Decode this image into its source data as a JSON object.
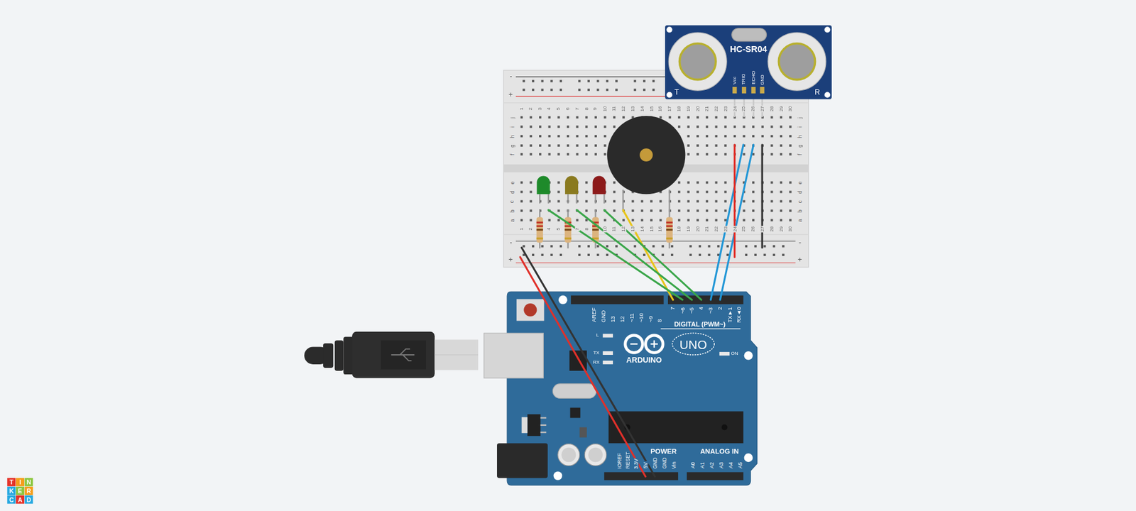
{
  "diagram": {
    "nodes": [
      {
        "text": [
          "HC-SR04",
          "Vcc",
          "TRIG",
          "ECHO",
          "GND",
          "T",
          "R"
        ]
      },
      {
        "text": [
          "1",
          "2",
          "3",
          "4",
          "5",
          "6",
          "7",
          "8",
          "9",
          "10",
          "11",
          "12",
          "13",
          "14",
          "15",
          "16",
          "17",
          "18",
          "19",
          "20",
          "21",
          "22",
          "23",
          "24",
          "25",
          "26",
          "27",
          "28",
          "29",
          "30",
          "j",
          "i",
          "h",
          "g",
          "f",
          "e",
          "d",
          "c",
          "b",
          "a",
          "1",
          "2",
          "4",
          "5",
          "7",
          "8",
          "10",
          "11",
          "12",
          "13",
          "14",
          "15",
          "16",
          "18",
          "19",
          "20",
          "21",
          "22",
          "23",
          "24",
          "25",
          "26",
          "27",
          "28",
          "29",
          "30",
          "j",
          "i",
          "h",
          "g",
          "f",
          "e",
          "d",
          "c",
          "b",
          "a",
          "-",
          "+",
          "-",
          "+",
          "-",
          "+"
        ]
      },
      {
        "text": [
          "AREF",
          "GND",
          "13",
          "12",
          "~11",
          "~10",
          "~9",
          "8",
          "7",
          "~6",
          "~5",
          "4",
          "~3",
          "2",
          "TX►1",
          "RX◄0",
          "DIGITAL (PWM~)",
          "L",
          "TX",
          "RX",
          "ON",
          "ARDUINO",
          "UNO",
          "POWER",
          "IOREF",
          "RESET",
          "3.3V",
          "5V",
          "GND",
          "GND",
          "Vin",
          "ANALOG IN",
          "A0",
          "A1",
          "A2",
          "A3",
          "A4",
          "A5"
        ]
      }
    ],
    "labels": [
      "T",
      "I",
      "N",
      "K",
      "E",
      "R",
      "C",
      "A",
      "D"
    ]
  }
}
